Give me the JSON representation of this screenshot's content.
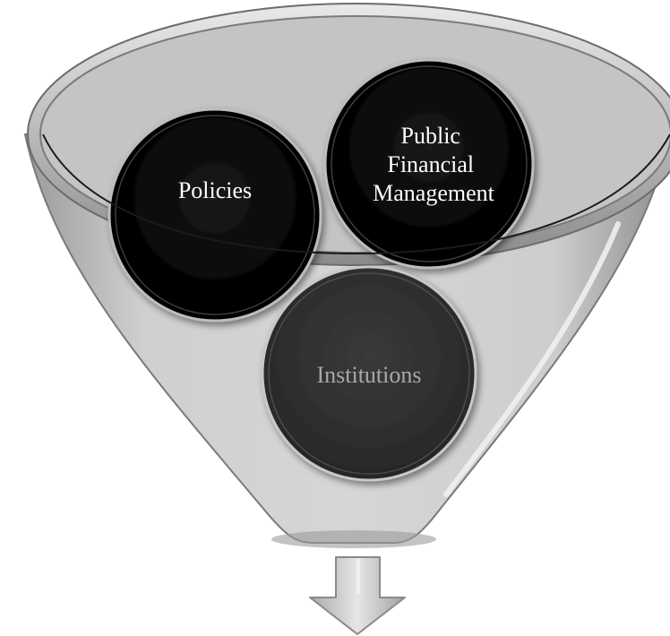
{
  "diagram": {
    "type": "funnel",
    "items": [
      {
        "id": "policies",
        "label": "Policies"
      },
      {
        "id": "pfm",
        "label_lines": [
          "Public",
          "Financial",
          "Management"
        ]
      },
      {
        "id": "institutions",
        "label": "Institutions"
      }
    ],
    "output": {
      "icon": "down-arrow-icon"
    }
  },
  "colors": {
    "funnel_body": "#c8c8c8",
    "funnel_rim": "#b0b0b0",
    "circle_fill": "#050505",
    "circle_fill_under": "#2e2e2e",
    "label_light": "#ffffff",
    "label_muted": "#a8a8a8",
    "arrow_fill": "#c9c9c9"
  }
}
